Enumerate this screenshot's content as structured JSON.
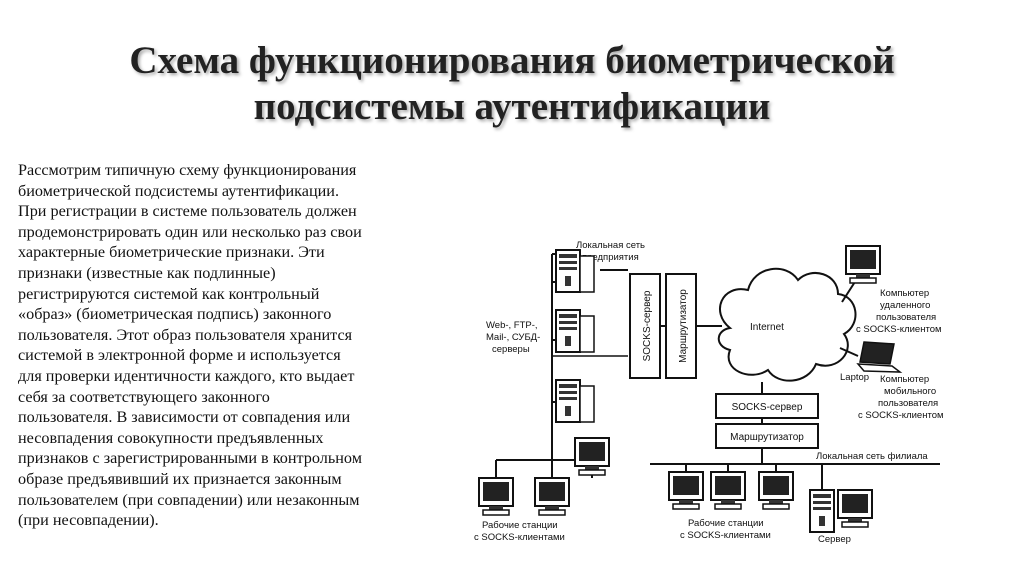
{
  "title": {
    "line1": "Схема функционирования биометрической",
    "line2": "подсистемы аутентификации"
  },
  "body_lines": [
    "Рассмотрим типичную  схему функционирования",
    "биометрической подсистемы аутентификации.",
    "При регистрации в системе пользователь должен",
    "продемонстрировать один или несколько раз свои",
    "характерные биометрические признаки. Эти",
    "признаки (известные как подлинные)",
    "регистрируются системой как контрольный",
    "«образ» (биометрическая подпись) законного",
    "пользователя. Этот образ пользователя хранится",
    "системой в электронной форме и используется",
    "для проверки идентичности каждого, кто выдает",
    "себя за соответствующего законного",
    "пользователя. В зависимости от совпадения или",
    "несовпадения совокупности предъявленных",
    "признаков с зарегистрированными в контрольном",
    "образе предъявивший их признается законным",
    "пользователем (при совпадении) или незаконным",
    "(при несовпадении)."
  ],
  "diagram": {
    "enterprise_lan": [
      "Локальная сеть",
      "предприятия"
    ],
    "servers_label": [
      "Web-, FTP-,",
      "Mail-, СУБД-",
      "серверы"
    ],
    "socks_server_vertical": "SOCKS-сервер",
    "router_vertical": "Маршрутизатор",
    "internet": "Internet",
    "remote_user": [
      "Компьютер",
      "удаленного",
      "пользователя",
      "с SOCKS-клиентом"
    ],
    "laptop": "Laptop",
    "mobile_user": [
      "Компьютер",
      "мобильного",
      "пользователя",
      "с SOCKS-клиентом"
    ],
    "socks_server_branch": "SOCKS-сервер",
    "router_branch": "Маршрутизатор",
    "branch_lan": "Локальная сеть филиала",
    "workstations_left": [
      "Рабочие станции",
      "с SOCKS-клиентами"
    ],
    "workstations_branch": [
      "Рабочие станции",
      "с SOCKS-клиентами"
    ],
    "server": "Сервер"
  }
}
